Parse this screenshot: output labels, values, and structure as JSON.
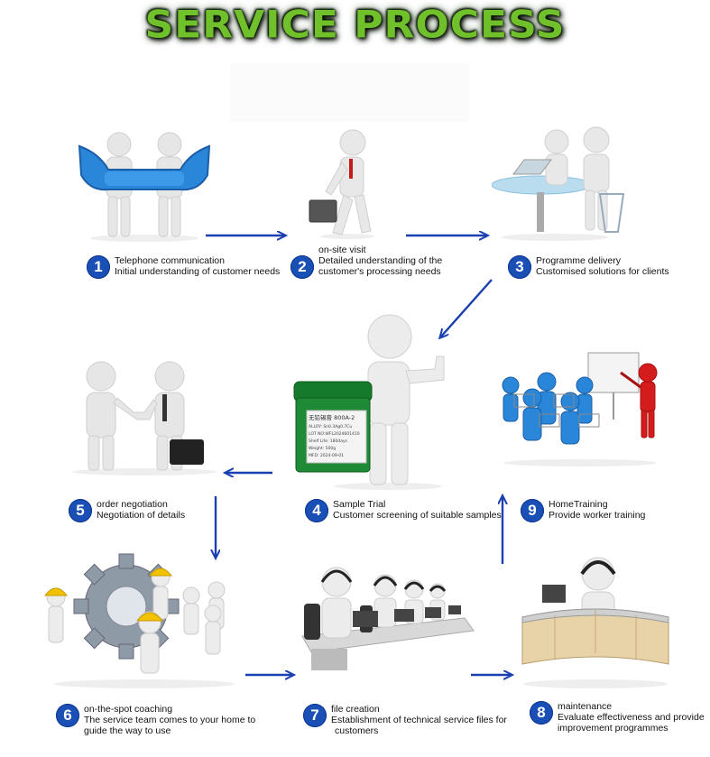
{
  "title": "SERVICE PROCESS",
  "colors": {
    "arrow": "#1a3fb0",
    "badge": "#1a4fb5",
    "title_fill": "#6fc02a",
    "figure_blue": "#2a86d8",
    "figure_white": "#e9e9e9"
  },
  "steps": [
    {
      "num": "1",
      "lines": [
        "Telephone communication",
        "Initial understanding of customer needs"
      ],
      "icon": "telephone-figures-icon"
    },
    {
      "num": "2",
      "lines": [
        "on-site visit",
        "Detailed understanding of the",
        "customer's processing needs"
      ],
      "icon": "walking-figure-briefcase-icon"
    },
    {
      "num": "3",
      "lines": [
        "Programme delivery",
        "Customised solutions for clients"
      ],
      "icon": "figures-at-desk-icon"
    },
    {
      "num": "4",
      "lines": [
        "Sample Trial",
        "Customer screening of suitable samples"
      ],
      "icon": "figure-with-paste-jar-icon"
    },
    {
      "num": "5",
      "lines": [
        "order negotiation",
        "Negotiation of details"
      ],
      "icon": "handshake-figures-icon"
    },
    {
      "num": "6",
      "lines": [
        "on-the-spot coaching",
        "The service team comes to your home to",
        "guide the way to use"
      ],
      "icon": "gear-workers-icon"
    },
    {
      "num": "7",
      "lines": [
        "file creation",
        "Establishment of technical service files for",
        "customers"
      ],
      "icon": "call-center-figures-icon"
    },
    {
      "num": "8",
      "lines": [
        "maintenance",
        "Evaluate effectiveness and provide",
        "improvement programmes"
      ],
      "icon": "reception-desk-figure-icon"
    },
    {
      "num": "9",
      "lines": [
        "HomeTraining",
        "Provide worker training"
      ],
      "icon": "training-class-icon"
    }
  ],
  "jar_label": {
    "line1": "无铅锡膏 800A-2",
    "line2": "ALLOY: Sn0.3Ag0.7Cu",
    "line3": "LOT NO:WFL2024601410",
    "line4": "Shelf Life: 180days",
    "line5": "Weight: 500g",
    "line6": "MFD: 2024-09-01"
  }
}
